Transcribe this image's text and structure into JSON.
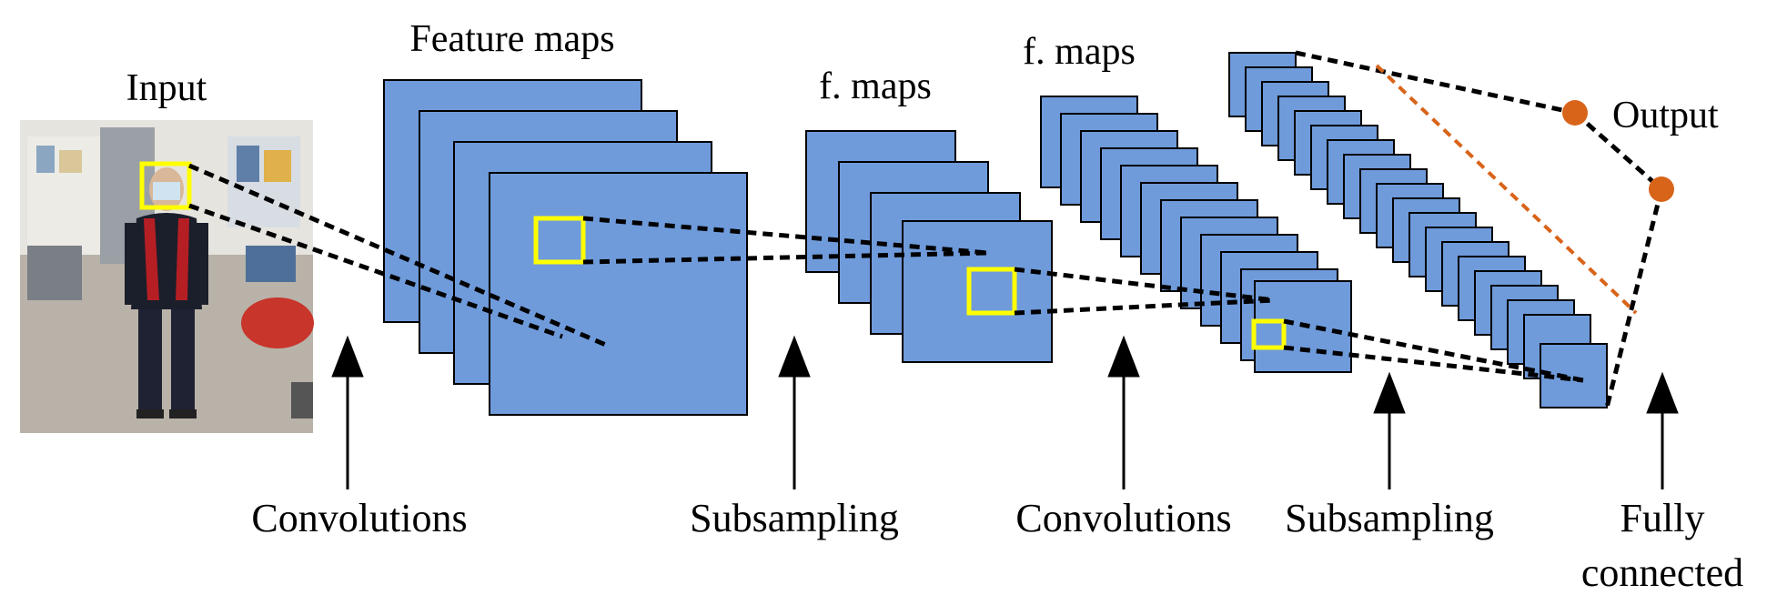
{
  "labels": {
    "input": "Input",
    "feature_maps": "Feature maps",
    "f_maps_1": "f. maps",
    "f_maps_2": "f. maps",
    "output": "Output",
    "convolutions_1": "Convolutions",
    "subsampling_1": "Subsampling",
    "convolutions_2": "Convolutions",
    "subsampling_2": "Subsampling",
    "fully_line1": "Fully",
    "fully_line2": "connected"
  },
  "colors": {
    "map_fill": "#6f9bdb",
    "map_stroke": "#000000",
    "receptive_field": "#ffff00",
    "output_node": "#d8641a",
    "dashed_line": "#000000",
    "orange_dashed": "#d8641a",
    "arrow": "#000000"
  },
  "icons": {
    "input_image": "person-photo-icon",
    "arrows": "up-arrow-icon",
    "output_nodes": "circle-node-icon"
  }
}
